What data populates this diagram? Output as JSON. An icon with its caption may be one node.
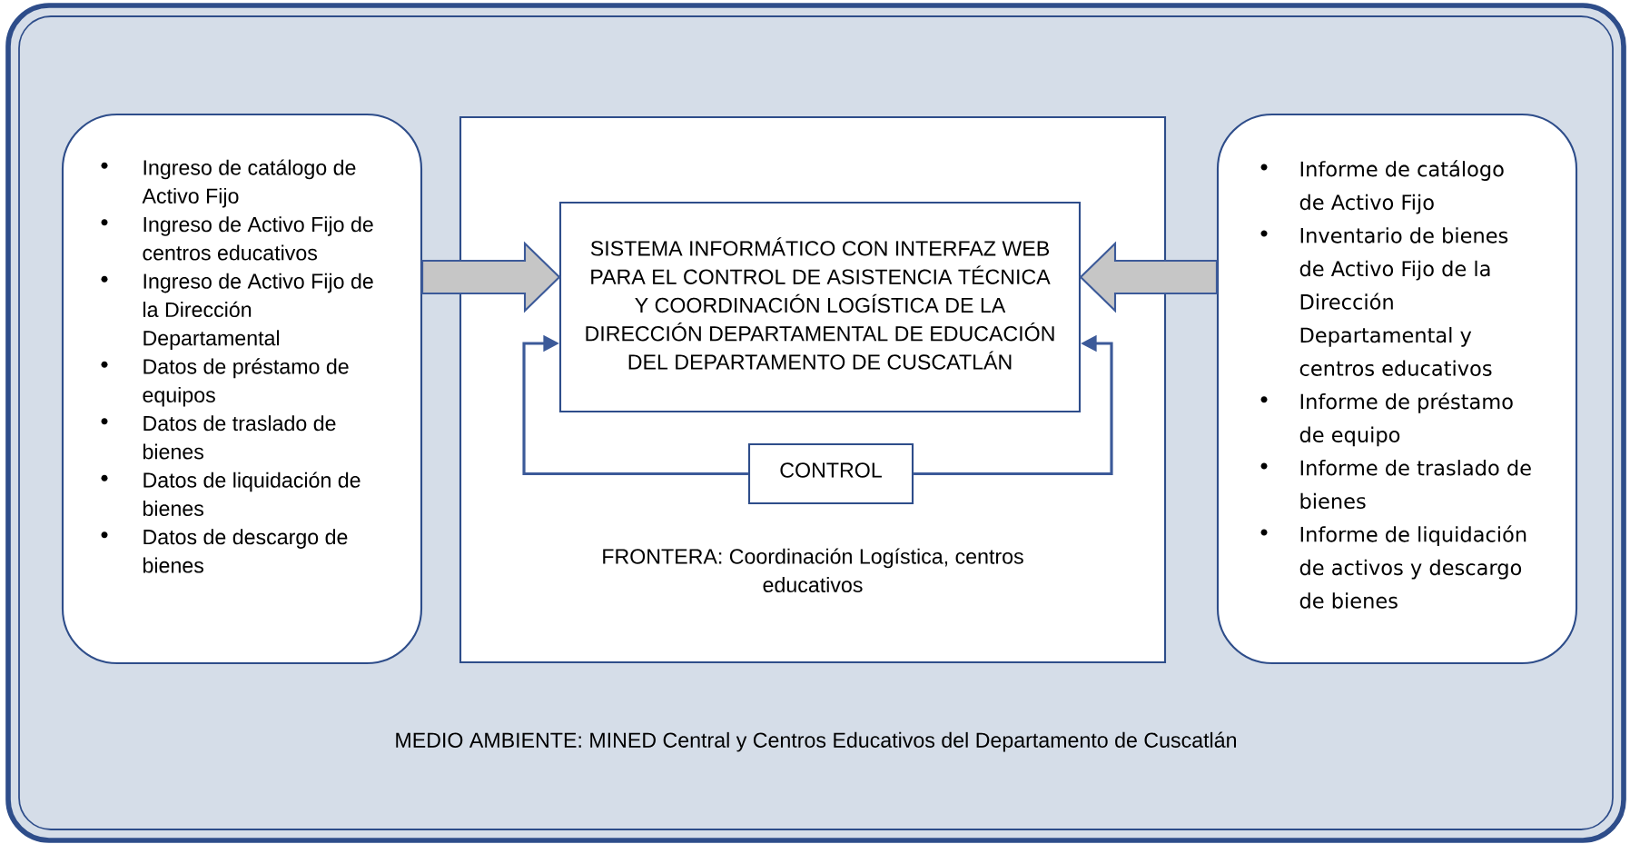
{
  "diagram": {
    "nodes": [
      {
        "text": [
          "MEDIO AMBIENTE: MINED Central y Centros Educativos del Departamento de Cuscatlán"
        ]
      },
      {
        "text": [
          "Ingreso de catálogo de Activo Fijo",
          "Ingreso de Activo Fijo de centros educativos",
          "Ingreso de Activo Fijo de la Dirección Departamental",
          "Datos de préstamo de equipos",
          "Datos de traslado de bienes",
          "Datos de liquidación de bienes",
          "Datos de descargo de bienes"
        ],
        "in": 0
      },
      {
        "text": [
          "FRONTERA: Coordinación Logística, centros educativos"
        ],
        "in": 0
      },
      {
        "text": [
          "SISTEMA INFORMÁTICO CON INTERFAZ WEB PARA EL CONTROL DE ASISTENCIA TÉCNICA Y COORDINACIÓN LOGÍSTICA DE LA DIRECCIÓN DEPARTAMENTAL DE EDUCACIÓN DEL DEPARTAMENTO DE CUSCATLÁN"
        ],
        "in": 2
      },
      {
        "text": [
          "CONTROL"
        ],
        "in": 2
      },
      {
        "text": [
          "Informe de catálogo de Activo Fijo",
          "Inventario de bienes de Activo Fijo de la Dirección Departamental y centros educativos",
          "Informe de préstamo de equipo",
          "Informe de traslado de bienes",
          "Informe de liquidación de activos y descargo de bienes"
        ],
        "in": 0
      }
    ],
    "edges": [
      {
        "from": 1,
        "to": 3,
        "arrow": "to"
      },
      {
        "from": 5,
        "to": 3,
        "arrow": "to"
      },
      {
        "from": 4,
        "to": 3,
        "arrow": "to"
      },
      {
        "from": 4,
        "to": 3,
        "arrow": "to"
      }
    ]
  }
}
